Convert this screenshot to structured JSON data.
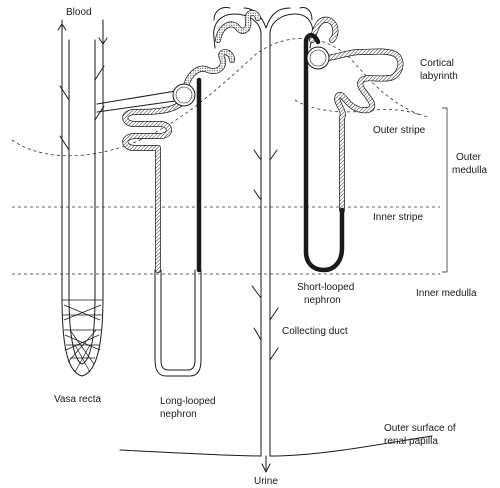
{
  "labels": {
    "blood": "Blood",
    "cortical_labyrinth_1": "Cortical",
    "cortical_labyrinth_2": "labyrinth",
    "outer_stripe": "Outer stripe",
    "outer_medulla_1": "Outer",
    "outer_medulla_2": "medulla",
    "inner_stripe": "Inner stripe",
    "inner_medulla": "Inner medulla",
    "short_looped_1": "Short-looped",
    "short_looped_2": "nephron",
    "collecting_duct": "Collecting duct",
    "vasa_recta": "Vasa recta",
    "long_looped_1": "Long-looped",
    "long_looped_2": "nephron",
    "outer_surface_1": "Outer surface of",
    "outer_surface_2": "renal papilla",
    "urine": "Urine"
  }
}
